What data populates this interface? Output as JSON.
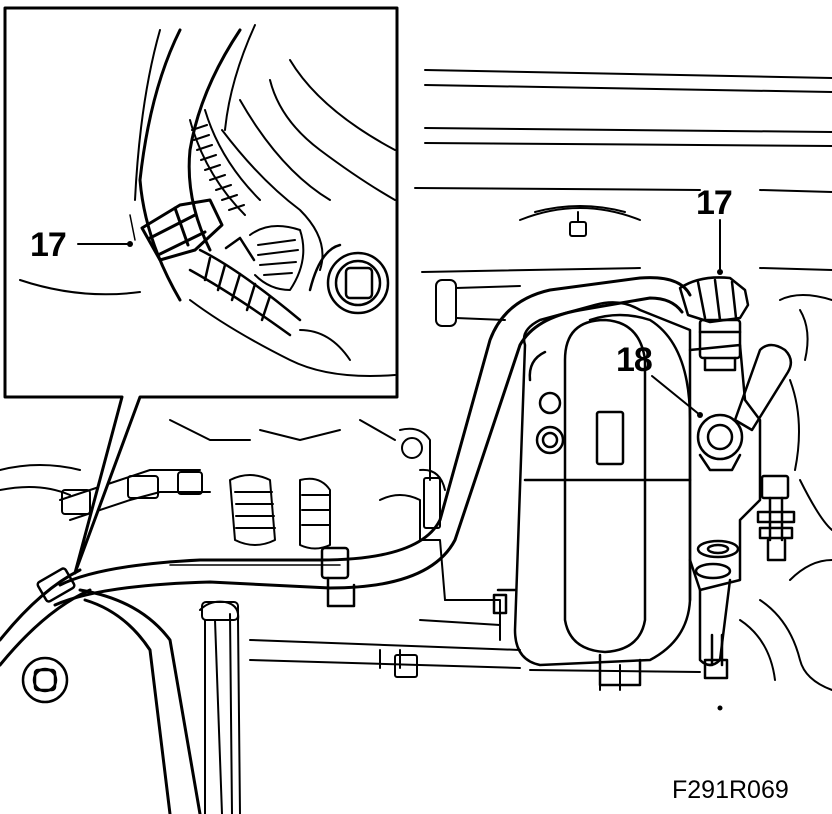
{
  "callouts": {
    "inset_17": "17",
    "main_17": "17",
    "main_18": "18"
  },
  "figure_code": "F291R069",
  "colors": {
    "ink": "#000000",
    "paper": "#ffffff"
  }
}
